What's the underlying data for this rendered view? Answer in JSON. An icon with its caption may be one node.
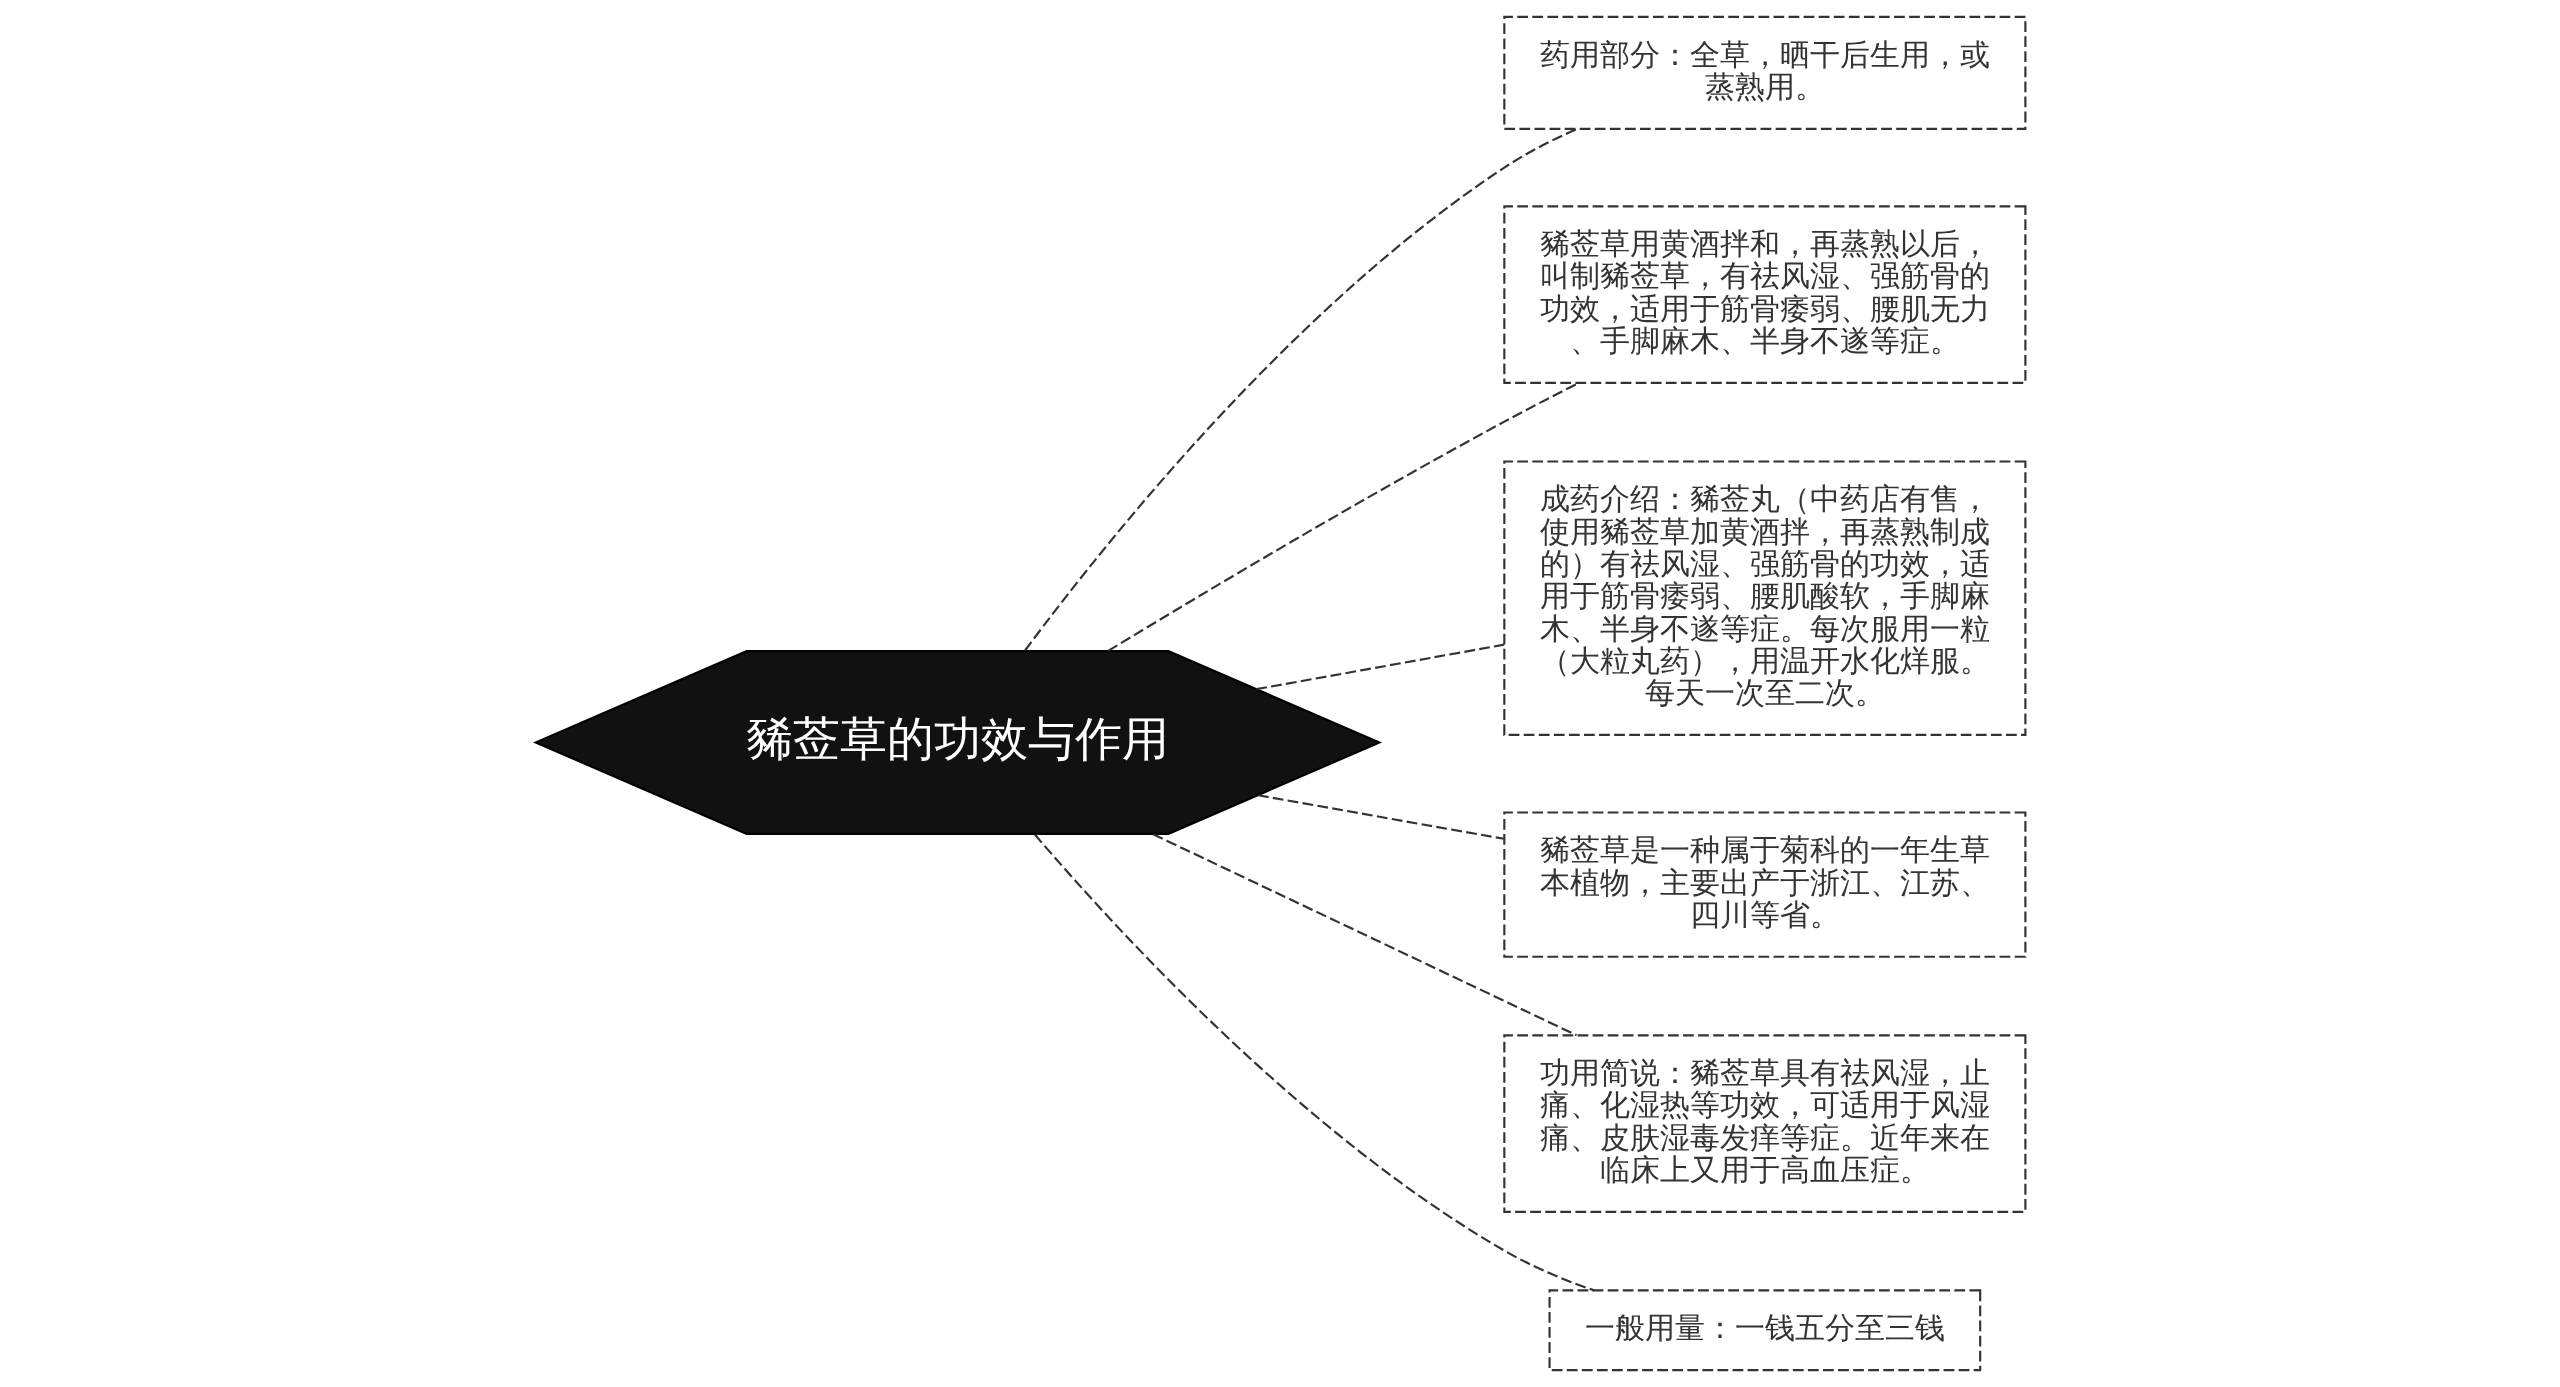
{
  "diagram": {
    "nodes": [
      {
        "text": [
          "豨莶草的功效与作用"
        ]
      },
      {
        "text": [
          "药用部分：全草，晒干后生用，或蒸熟用。"
        ]
      },
      {
        "text": [
          "豨莶草用黄酒拌和，再蒸熟以后，叫制豨莶草，有祛风湿、强筋骨的功效，适用于筋骨痿弱、腰肌无力、手脚麻木、半身不遂等症。"
        ]
      },
      {
        "text": [
          "成药介绍：豨莶丸（中药店有售，使用豨莶草加黄酒拌，再蒸熟制成的）有祛风湿、强筋骨的功效，适用于筋骨痿弱、腰肌酸软，手脚麻木、半身不遂等症。每次服用一粒（大粒丸药），用温开水化烊服。每天一次至二次。"
        ]
      },
      {
        "text": [
          "豨莶草是一种属于菊科的一年生草本植物，主要出产于浙江、江苏、四川等省。"
        ]
      },
      {
        "text": [
          "功用简说：豨莶草具有祛风湿，止痛、化湿热等功效，可适用于风湿痛、皮肤湿毒发痒等症。近年来在临床上又用于高血压症。"
        ]
      },
      {
        "text": [
          "一般用量：一钱五分至三钱"
        ]
      }
    ],
    "edges": [
      {
        "from": 0,
        "to": 1,
        "arrow": "none",
        "style": "dashed"
      },
      {
        "from": 0,
        "to": 2,
        "arrow": "none",
        "style": "dashed"
      },
      {
        "from": 0,
        "to": 3,
        "arrow": "none",
        "style": "dashed"
      },
      {
        "from": 0,
        "to": 4,
        "arrow": "none",
        "style": "dashed"
      },
      {
        "from": 0,
        "to": 5,
        "arrow": "none",
        "style": "dashed"
      },
      {
        "from": 0,
        "to": 6,
        "arrow": "none",
        "style": "dashed"
      }
    ]
  }
}
